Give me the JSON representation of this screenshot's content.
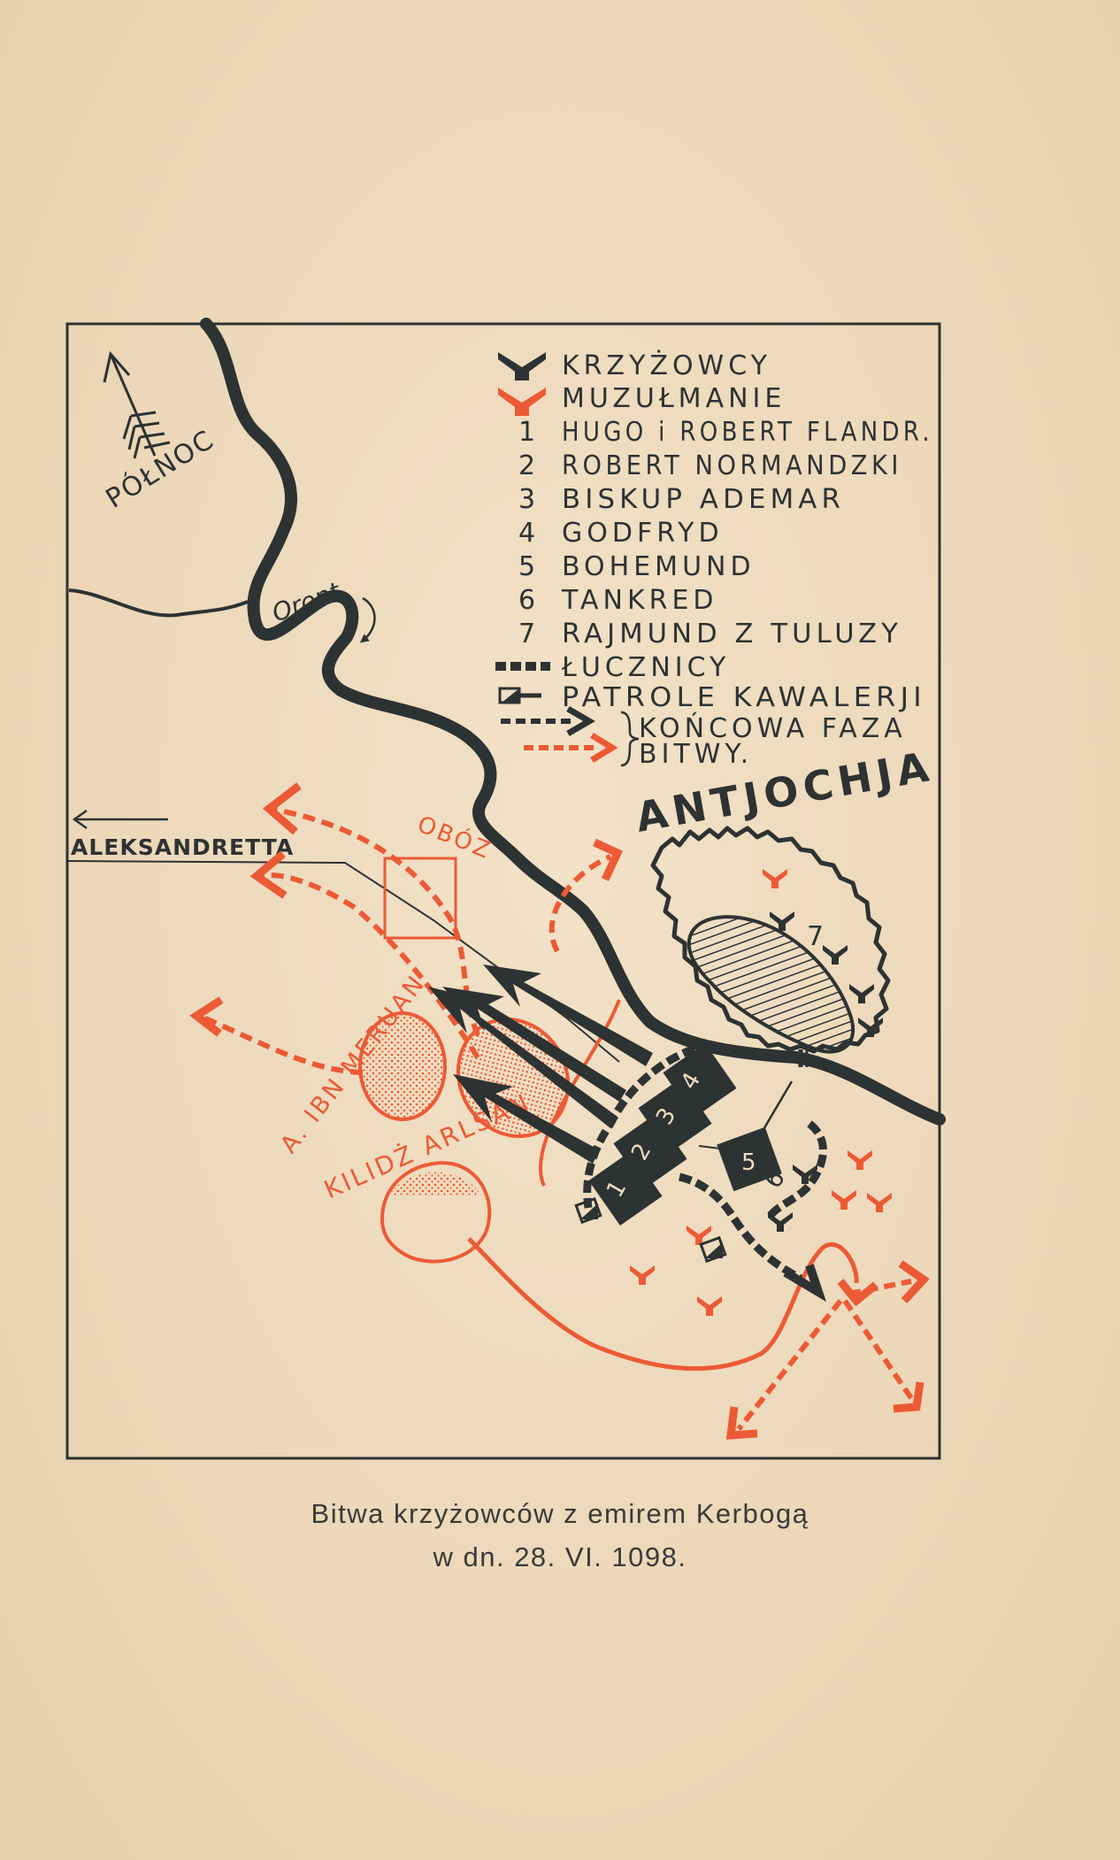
{
  "map": {
    "compass_label": "PÓŁNOC",
    "river_label": "Oront",
    "city_label": "ANTJOCHJA",
    "road_label": "ALEKSANDRETTA",
    "camp_label": "OBÓZ",
    "emir_labels": [
      "A. IBN MERUAN",
      "KILIDŻ ARLSAN"
    ],
    "colors": {
      "crusaders": "#2d3233",
      "muslims": "#ec5a35",
      "paper": "#efdcbf"
    }
  },
  "legend": {
    "crusaders": "KRZYŻOWCY",
    "muslims": "MUZUŁMANIE",
    "leaders": [
      {
        "num": "1",
        "name": "HUGO i ROBERT FLANDR."
      },
      {
        "num": "2",
        "name": "ROBERT NORMANDZKI"
      },
      {
        "num": "3",
        "name": "BISKUP ADEMAR"
      },
      {
        "num": "4",
        "name": "GODFRYD"
      },
      {
        "num": "5",
        "name": "BOHEMUND"
      },
      {
        "num": "6",
        "name": "TANKRED"
      },
      {
        "num": "7",
        "name": "RAJMUND Z TULUZY"
      }
    ],
    "archers": "ŁUCZNICY",
    "cavalry_patrols": "PATROLE KAWALERJI",
    "final_phase_line1": "KOŃCOWA FAZA",
    "final_phase_line2": "BITWY."
  },
  "caption": {
    "line1": "Bitwa krzyżowców z emirem Kerbogą",
    "line2": "w dn. 28. VI. 1098."
  }
}
